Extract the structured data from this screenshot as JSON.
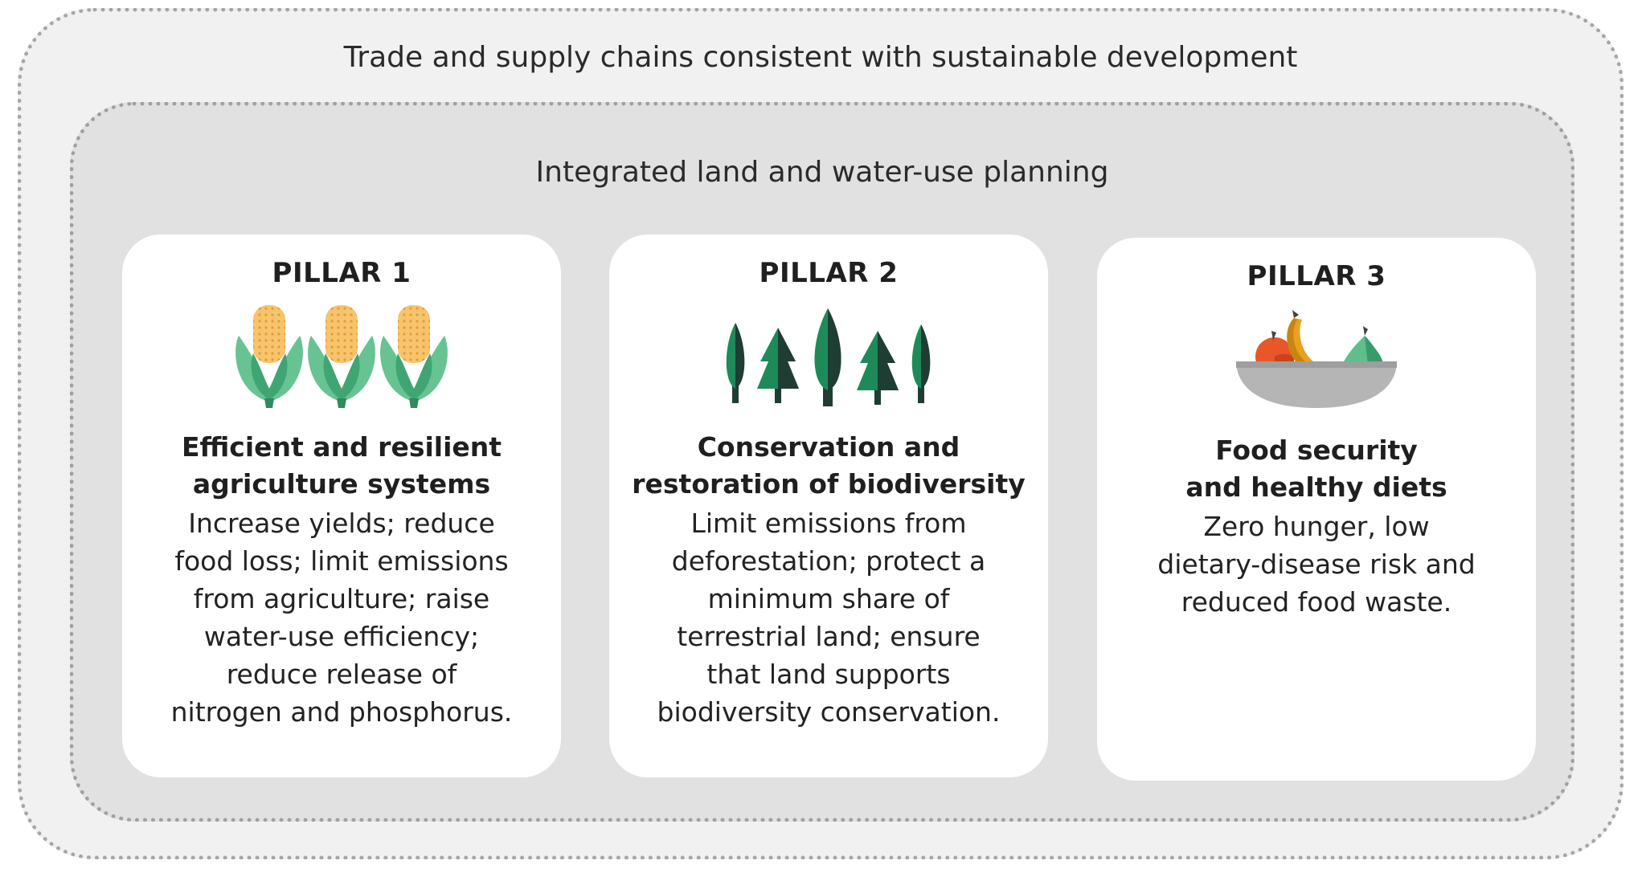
{
  "outer": {
    "title": "Trade and supply chains consistent with sustainable development"
  },
  "inner": {
    "title": "Integrated land and water-use planning"
  },
  "pillars": [
    {
      "label": "PILLAR 1",
      "icon": "corn-icon",
      "title_lines": [
        "Efficient and resilient",
        "agriculture systems"
      ],
      "description_lines": [
        "Increase yields; reduce",
        "food loss; limit emissions",
        "from agriculture; raise",
        "water-use efficiency;",
        "reduce release of",
        "nitrogen and phosphorus."
      ]
    },
    {
      "label": "PILLAR 2",
      "icon": "trees-icon",
      "title_lines": [
        "Conservation and",
        "restoration of biodiversity"
      ],
      "description_lines": [
        "Limit emissions from",
        "deforestation; protect a",
        "minimum share of",
        "terrestrial land; ensure",
        "that land supports",
        "biodiversity conservation."
      ]
    },
    {
      "label": "PILLAR 3",
      "icon": "food-bowl-icon",
      "title_lines": [
        "Food security",
        "and healthy diets"
      ],
      "description_lines": [
        "Zero hunger, low",
        "dietary-disease risk and",
        "reduced food waste."
      ]
    }
  ],
  "colors": {
    "outer_bg": "#f1f1f1",
    "inner_bg": "#e1e1e1",
    "card_bg": "#ffffff",
    "corn_kernel": "#f7c46c",
    "leaf_green": "#5fbf8a",
    "tree_dark": "#1f3d33",
    "tree_green": "#1e8a5a",
    "bowl_gray": "#b5b5b5",
    "banana": "#e8a21f",
    "apple": "#e8562a"
  }
}
